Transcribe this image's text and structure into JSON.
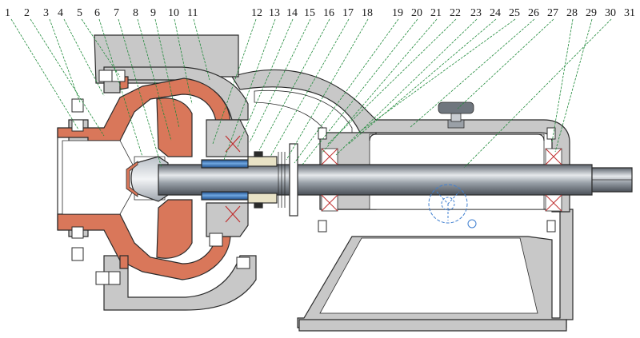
{
  "callout_numbers": [
    "1",
    "2",
    "3",
    "4",
    "5",
    "6",
    "7",
    "8",
    "9",
    "10",
    "11",
    "12",
    "13",
    "14",
    "15",
    "16",
    "17",
    "18",
    "19",
    "20",
    "21",
    "22",
    "23",
    "24",
    "25",
    "26",
    "27",
    "28",
    "29",
    "30",
    "31"
  ],
  "colors": {
    "casing": "#c8c8c8",
    "rubber_lining": "#d9775a",
    "shaft": "#8a9099",
    "shaft_sleeve": "#2f6fb5",
    "leader_line": "#1f8a3a",
    "bearing_seal": "#c03030",
    "outline": "#2b2b2b"
  }
}
